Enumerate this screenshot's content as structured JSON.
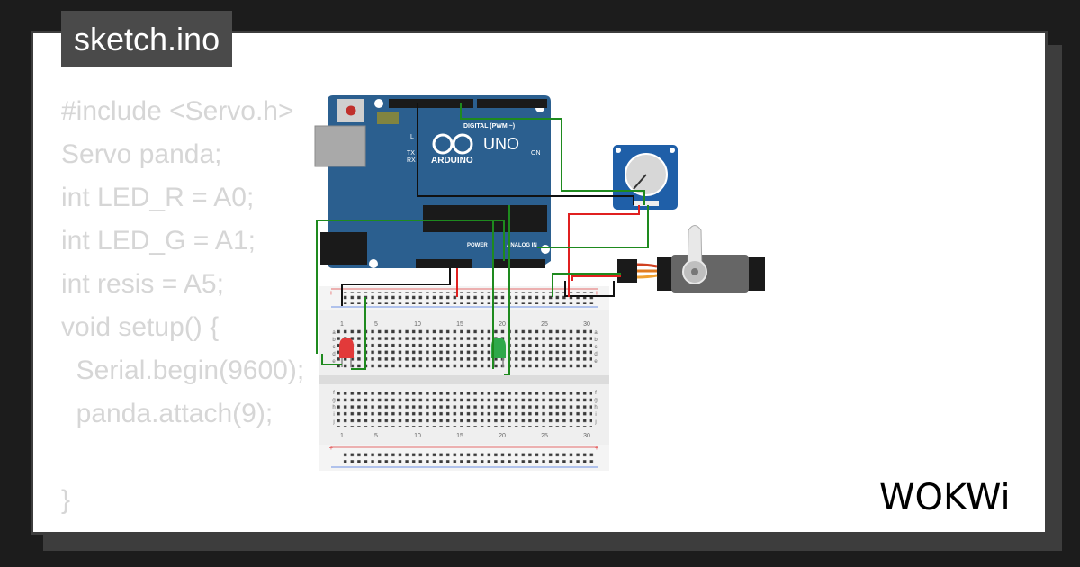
{
  "tab": {
    "title": "sketch.ino"
  },
  "code_lines": [
    "#include <Servo.h>",
    "Servo panda;",
    "int LED_R = A0;",
    "int LED_G = A1;",
    "int resis = A5;",
    "void setup() {",
    "  Serial.begin(9600);",
    "  panda.attach(9);",
    "",
    "}"
  ],
  "brand": {
    "logo_text": "WOKWi"
  },
  "arduino": {
    "name": "ARDUINO",
    "model": "UNO",
    "digital_label": "DIGITAL (PWM ~)",
    "power_label": "POWER",
    "analog_label": "ANALOG IN",
    "on_label": "ON",
    "tx_label": "TX",
    "rx_label": "RX",
    "l_label": "L"
  },
  "breadboard": {
    "column_numbers": [
      "1",
      "5",
      "10",
      "15",
      "20",
      "25",
      "30"
    ],
    "row_letters_top": [
      "a",
      "b",
      "c",
      "d",
      "e"
    ],
    "row_letters_bottom": [
      "f",
      "g",
      "h",
      "i",
      "j"
    ]
  },
  "colors": {
    "background": "#1c1c1c",
    "card": "#ffffff",
    "tab": "#4a4a4a",
    "code_text": "#d6d6d6",
    "arduino_blue": "#2b5f8f",
    "wire_green": "#1e8a1e",
    "wire_red": "#e02020",
    "wire_black": "#111111"
  }
}
